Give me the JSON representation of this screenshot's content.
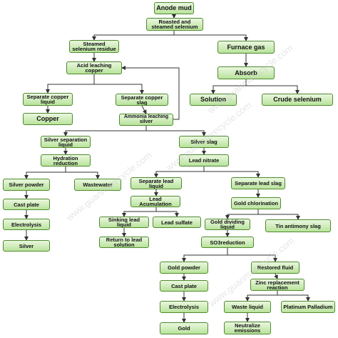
{
  "nodes": {
    "anode_mud": "Anode mud",
    "roasted": "Roasted and steamed selenium",
    "steamed_residue": "Steamed selenium residue",
    "furnace_gas": "Furnace gas",
    "acid_leaching": "Acid leaching copper",
    "absorb": "Absorb",
    "sep_copper_liquid": "Separate copper liquid",
    "sep_copper_slag": "Separate copper slag",
    "solution": "Solution",
    "crude_selenium": "Crude selenium",
    "copper": "Copper",
    "ammonia": "Ammonia leaching silver",
    "silver_sep_liquid": "Silver separation liquid",
    "silver_slag": "Silver slag",
    "hydration": "Hydration reduction",
    "lead_nitrate": "Lead nitrate",
    "silver_powder": "Silver powder",
    "wastewater": "Wastewater",
    "sep_lead_liquid": "Separate lead liquid",
    "sep_lead_slag": "Separate lead slag",
    "cast_plate_1": "Cast plate",
    "lead_accumulation": "Lead Acumulation",
    "gold_chlorination": "Gold chlorination",
    "electrolysis_1": "Electrolysis",
    "sinking_lead": "Sinking lead liquid",
    "lead_sulfate": "Lead sulfate",
    "gold_dividing": "Gold dividing liquid",
    "tin_antimony": "Tin antimony slag",
    "silver": "Silver",
    "return_lead": "Return to lead solution",
    "so3": "SO3reduction",
    "gold_powder": "Gold powder",
    "restored_fluid": "Restored fluid",
    "cast_plate_2": "Cast plate",
    "zinc_replacement": "Zinc replacement reaction",
    "electrolysis_2": "Electrolysis",
    "waste_liquid": "Waste liquid",
    "platinum": "Platinum Palladium",
    "gold": "Gold",
    "neutralize": "Neutralize emissions"
  },
  "watermark": "www.guanmarecycle.com",
  "colors": {
    "box_border": "#4f8a2e",
    "box_top": "#eaf7df",
    "box_bottom": "#b9e39c",
    "line": "#333333"
  }
}
